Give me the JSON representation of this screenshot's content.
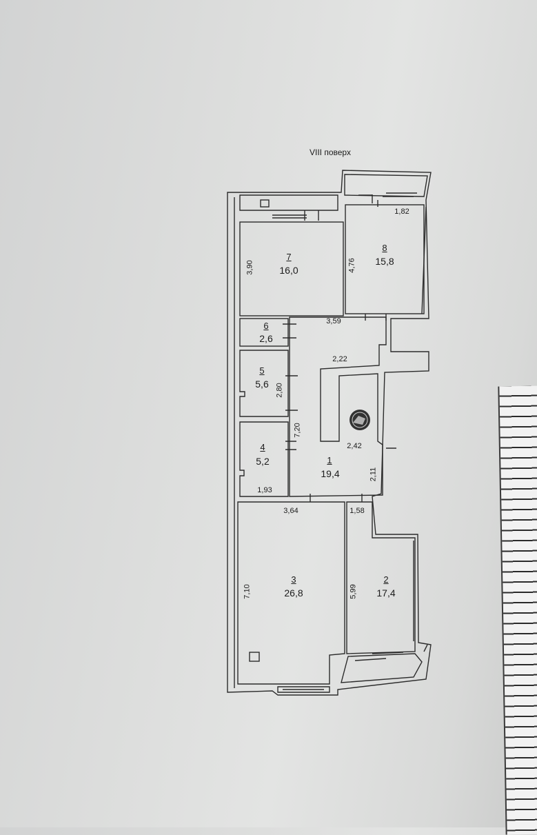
{
  "floor_title": "VIII поверх",
  "rooms": [
    {
      "number": "1",
      "area": "19,4"
    },
    {
      "number": "2",
      "area": "17,4"
    },
    {
      "number": "3",
      "area": "26,8"
    },
    {
      "number": "4",
      "area": "5,2"
    },
    {
      "number": "5",
      "area": "5,6"
    },
    {
      "number": "6",
      "area": "2,6"
    },
    {
      "number": "7",
      "area": "16,0"
    },
    {
      "number": "8",
      "area": "15,8"
    }
  ],
  "dimensions": {
    "r8_top": "1,82",
    "r8_side": "4,76",
    "r7_side": "3,90",
    "hall_top": "3,59",
    "hall_mid": "2,22",
    "hall_low": "2,42",
    "r1_side": "2,11",
    "corridor_side": "7,20",
    "r5_side": "2,80",
    "r4_bottom": "1,93",
    "r3_top": "3,64",
    "r2_top": "1,58",
    "r3_side": "7,10",
    "r2_side": "5,99"
  },
  "colors": {
    "paper": "#dcdddc",
    "ink": "#1b1b1b"
  },
  "icons": [
    "ventilation-shaft-icon",
    "stamp-icon"
  ]
}
